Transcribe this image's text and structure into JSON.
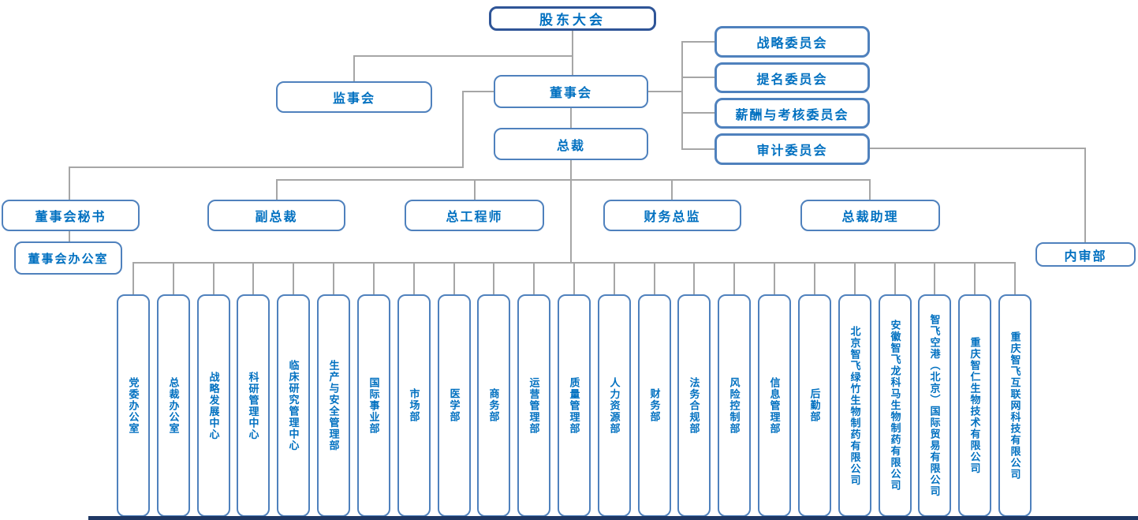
{
  "org_chart": {
    "top": {
      "shareholders": "股东大会",
      "supervisory_board": "监事会",
      "board": "董事会",
      "president": "总裁"
    },
    "committees": [
      "战略委员会",
      "提名委员会",
      "薪酬与考核委员会",
      "审计委员会"
    ],
    "executives": [
      "董事会秘书",
      "副总裁",
      "总工程师",
      "财务总监",
      "总裁助理"
    ],
    "board_office": "董事会办公室",
    "internal_audit": "内审部",
    "departments": [
      "党委办公室",
      "总裁办公室",
      "战略发展中心",
      "科研管理中心",
      "临床研究管理中心",
      "生产与安全管理部",
      "国际事业部",
      "市场部",
      "医学部",
      "商务部",
      "运营管理部",
      "质量管理部",
      "人力资源部",
      "财务部",
      "法务合规部",
      "风险控制部",
      "信息管理部",
      "后勤部",
      "北京智飞绿竹生物制药有限公司",
      "安徽智飞龙科马生物制药有限公司",
      "智飞空港（北京）国际贸易有限公司",
      "重庆智仁生物技术有限公司",
      "重庆智飞互联网科技有限公司"
    ],
    "colors": {
      "box_border": "#4F81BD",
      "box_border_dark": "#2F5597",
      "label_text": "#0070C0",
      "connector": "#A6A6A6",
      "bottom_bar": "#1F3864"
    }
  }
}
